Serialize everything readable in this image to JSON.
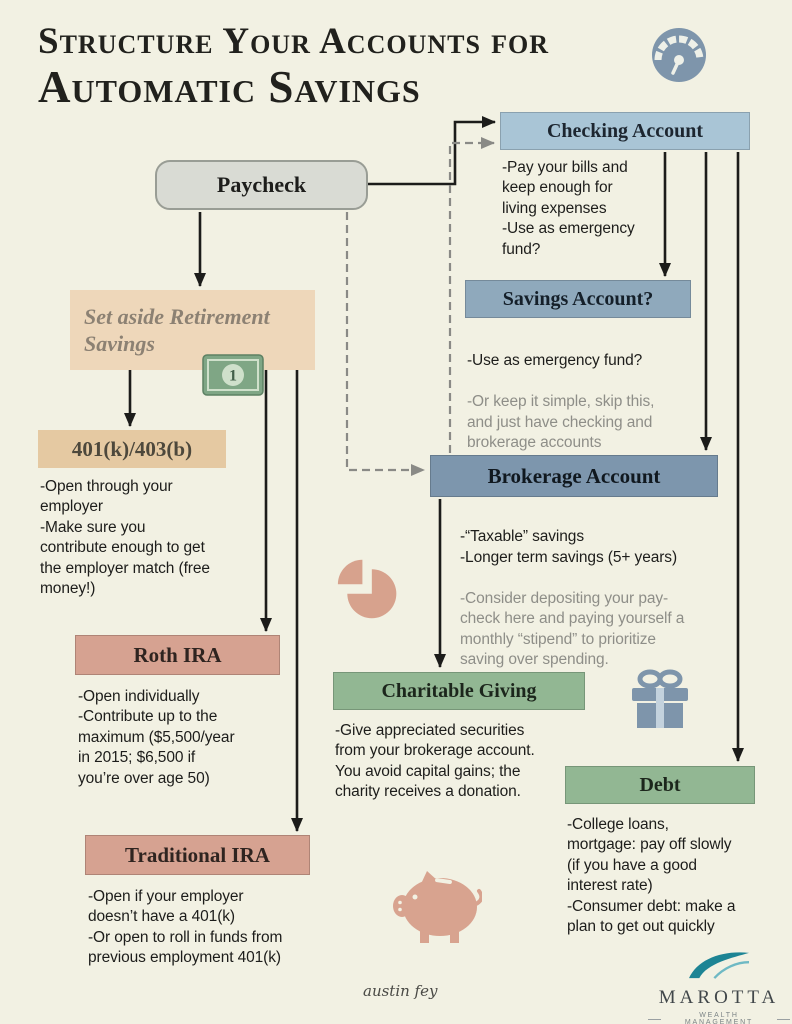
{
  "title": {
    "line1": "Structure Your Accounts for",
    "line2": "Automatic Savings"
  },
  "credit": "austin fey",
  "logo": {
    "name": "MAROTTA",
    "tagline": "WEALTH MANAGEMENT"
  },
  "palette": {
    "background": "#f2f1e3",
    "paycheck_gray": "#d9dbd4",
    "checking_blue": "#a9c5d6",
    "savings_blue": "#8fa9bc",
    "brokerage_slate": "#7d96ad",
    "retirement_tan": "#eed7ba",
    "k401_tan": "#e5c9a2",
    "ira_salmon": "#d6a291",
    "giving_green": "#92b793",
    "icon_blue": "#7e95ab",
    "icon_salmon": "#d8a38f",
    "icon_green": "#7fa685",
    "accent_teal": "#1d8494",
    "text_dark": "#1d1d1b",
    "text_gray": "#8e8e88"
  },
  "nodes": {
    "paycheck": {
      "label": "Paycheck"
    },
    "checking": {
      "label": "Checking Account",
      "body": "-Pay your bills and\nkeep enough for\nliving expenses\n-Use as emergency\nfund?"
    },
    "savings": {
      "label": "Savings Account?",
      "body_primary": "-Use as emergency fund?",
      "body_secondary": "-Or keep it simple, skip this,\nand just have checking and\nbrokerage accounts"
    },
    "retirement": {
      "label": "Set aside Retirement\nSavings"
    },
    "k401": {
      "label": "401(k)/403(b)",
      "body": "-Open through your\nemployer\n-Make sure you\ncontribute enough to get\nthe employer match (free\nmoney!)"
    },
    "brokerage": {
      "label": "Brokerage Account",
      "body_primary": "-“Taxable” savings\n-Longer term savings (5+ years)",
      "body_secondary": "-Consider depositing your pay-\ncheck here and paying yourself a\nmonthly “stipend” to prioritize\nsaving over spending."
    },
    "roth": {
      "label": "Roth IRA",
      "body": "-Open individually\n-Contribute up to the\nmaximum ($5,500/year\nin 2015; $6,500 if\nyou’re over age 50)"
    },
    "charitable": {
      "label": "Charitable Giving",
      "body": "-Give appreciated securities\nfrom your brokerage account.\nYou avoid capital gains; the\ncharity receives a donation."
    },
    "debt": {
      "label": "Debt",
      "body": "-College loans,\nmortgage: pay off slowly\n(if you have a good\ninterest rate)\n-Consumer debt: make a\nplan to get out quickly"
    },
    "traditional": {
      "label": "Traditional IRA",
      "body": "-Open if your employer\ndoesn’t have a 401(k)\n-Or open to roll in funds from\nprevious employment 401(k)"
    }
  },
  "icons": {
    "gauge": "speedometer-gauge",
    "dollar_bill": {
      "name": "one-dollar-bill",
      "denomination": "1"
    },
    "pie_chart": "pie-chart",
    "gift": "gift-box",
    "piggy_bank": "piggy-bank",
    "logo_wave": "marotta-wave"
  },
  "edges": [
    {
      "from": "paycheck",
      "to": "checking",
      "style": "solid"
    },
    {
      "from": "paycheck",
      "to": "retirement",
      "style": "solid"
    },
    {
      "from": "retirement",
      "to": "k401",
      "style": "solid"
    },
    {
      "from": "retirement",
      "to": "roth",
      "style": "solid"
    },
    {
      "from": "retirement",
      "to": "traditional",
      "style": "solid"
    },
    {
      "from": "checking",
      "to": "savings",
      "style": "solid"
    },
    {
      "from": "checking",
      "to": "brokerage",
      "style": "solid"
    },
    {
      "from": "checking",
      "to": "debt",
      "style": "solid"
    },
    {
      "from": "brokerage",
      "to": "charitable",
      "style": "solid"
    },
    {
      "from": "paycheck",
      "to": "brokerage",
      "style": "dashed"
    },
    {
      "from": "brokerage",
      "to": "checking",
      "style": "dashed"
    }
  ]
}
